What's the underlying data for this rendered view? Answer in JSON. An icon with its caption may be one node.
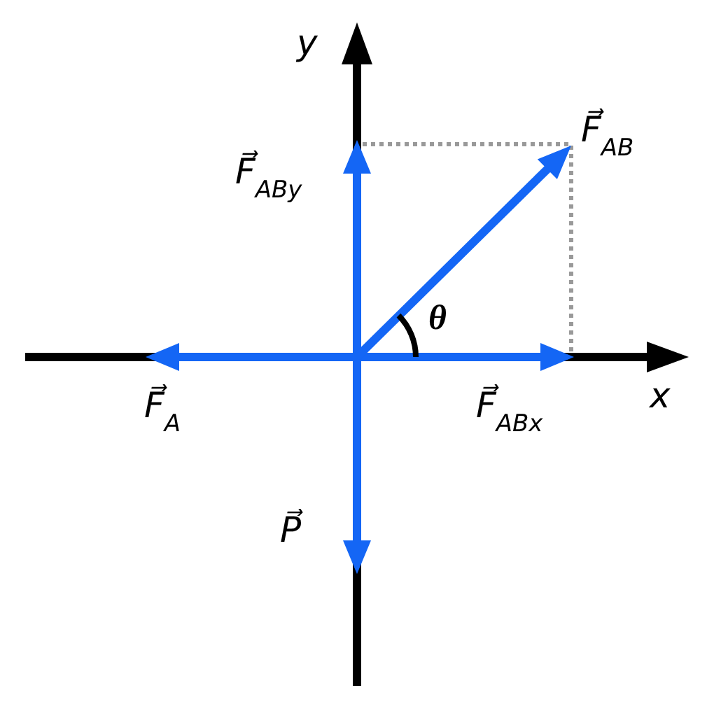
{
  "diagram": {
    "labels": [
      "y",
      "F⃗$_{AB}$",
      "F⃗$_{ABy}$",
      "θ",
      "x",
      "F⃗$_{A}$",
      "F⃗$_{ABx}$",
      "P⃗"
    ]
  }
}
